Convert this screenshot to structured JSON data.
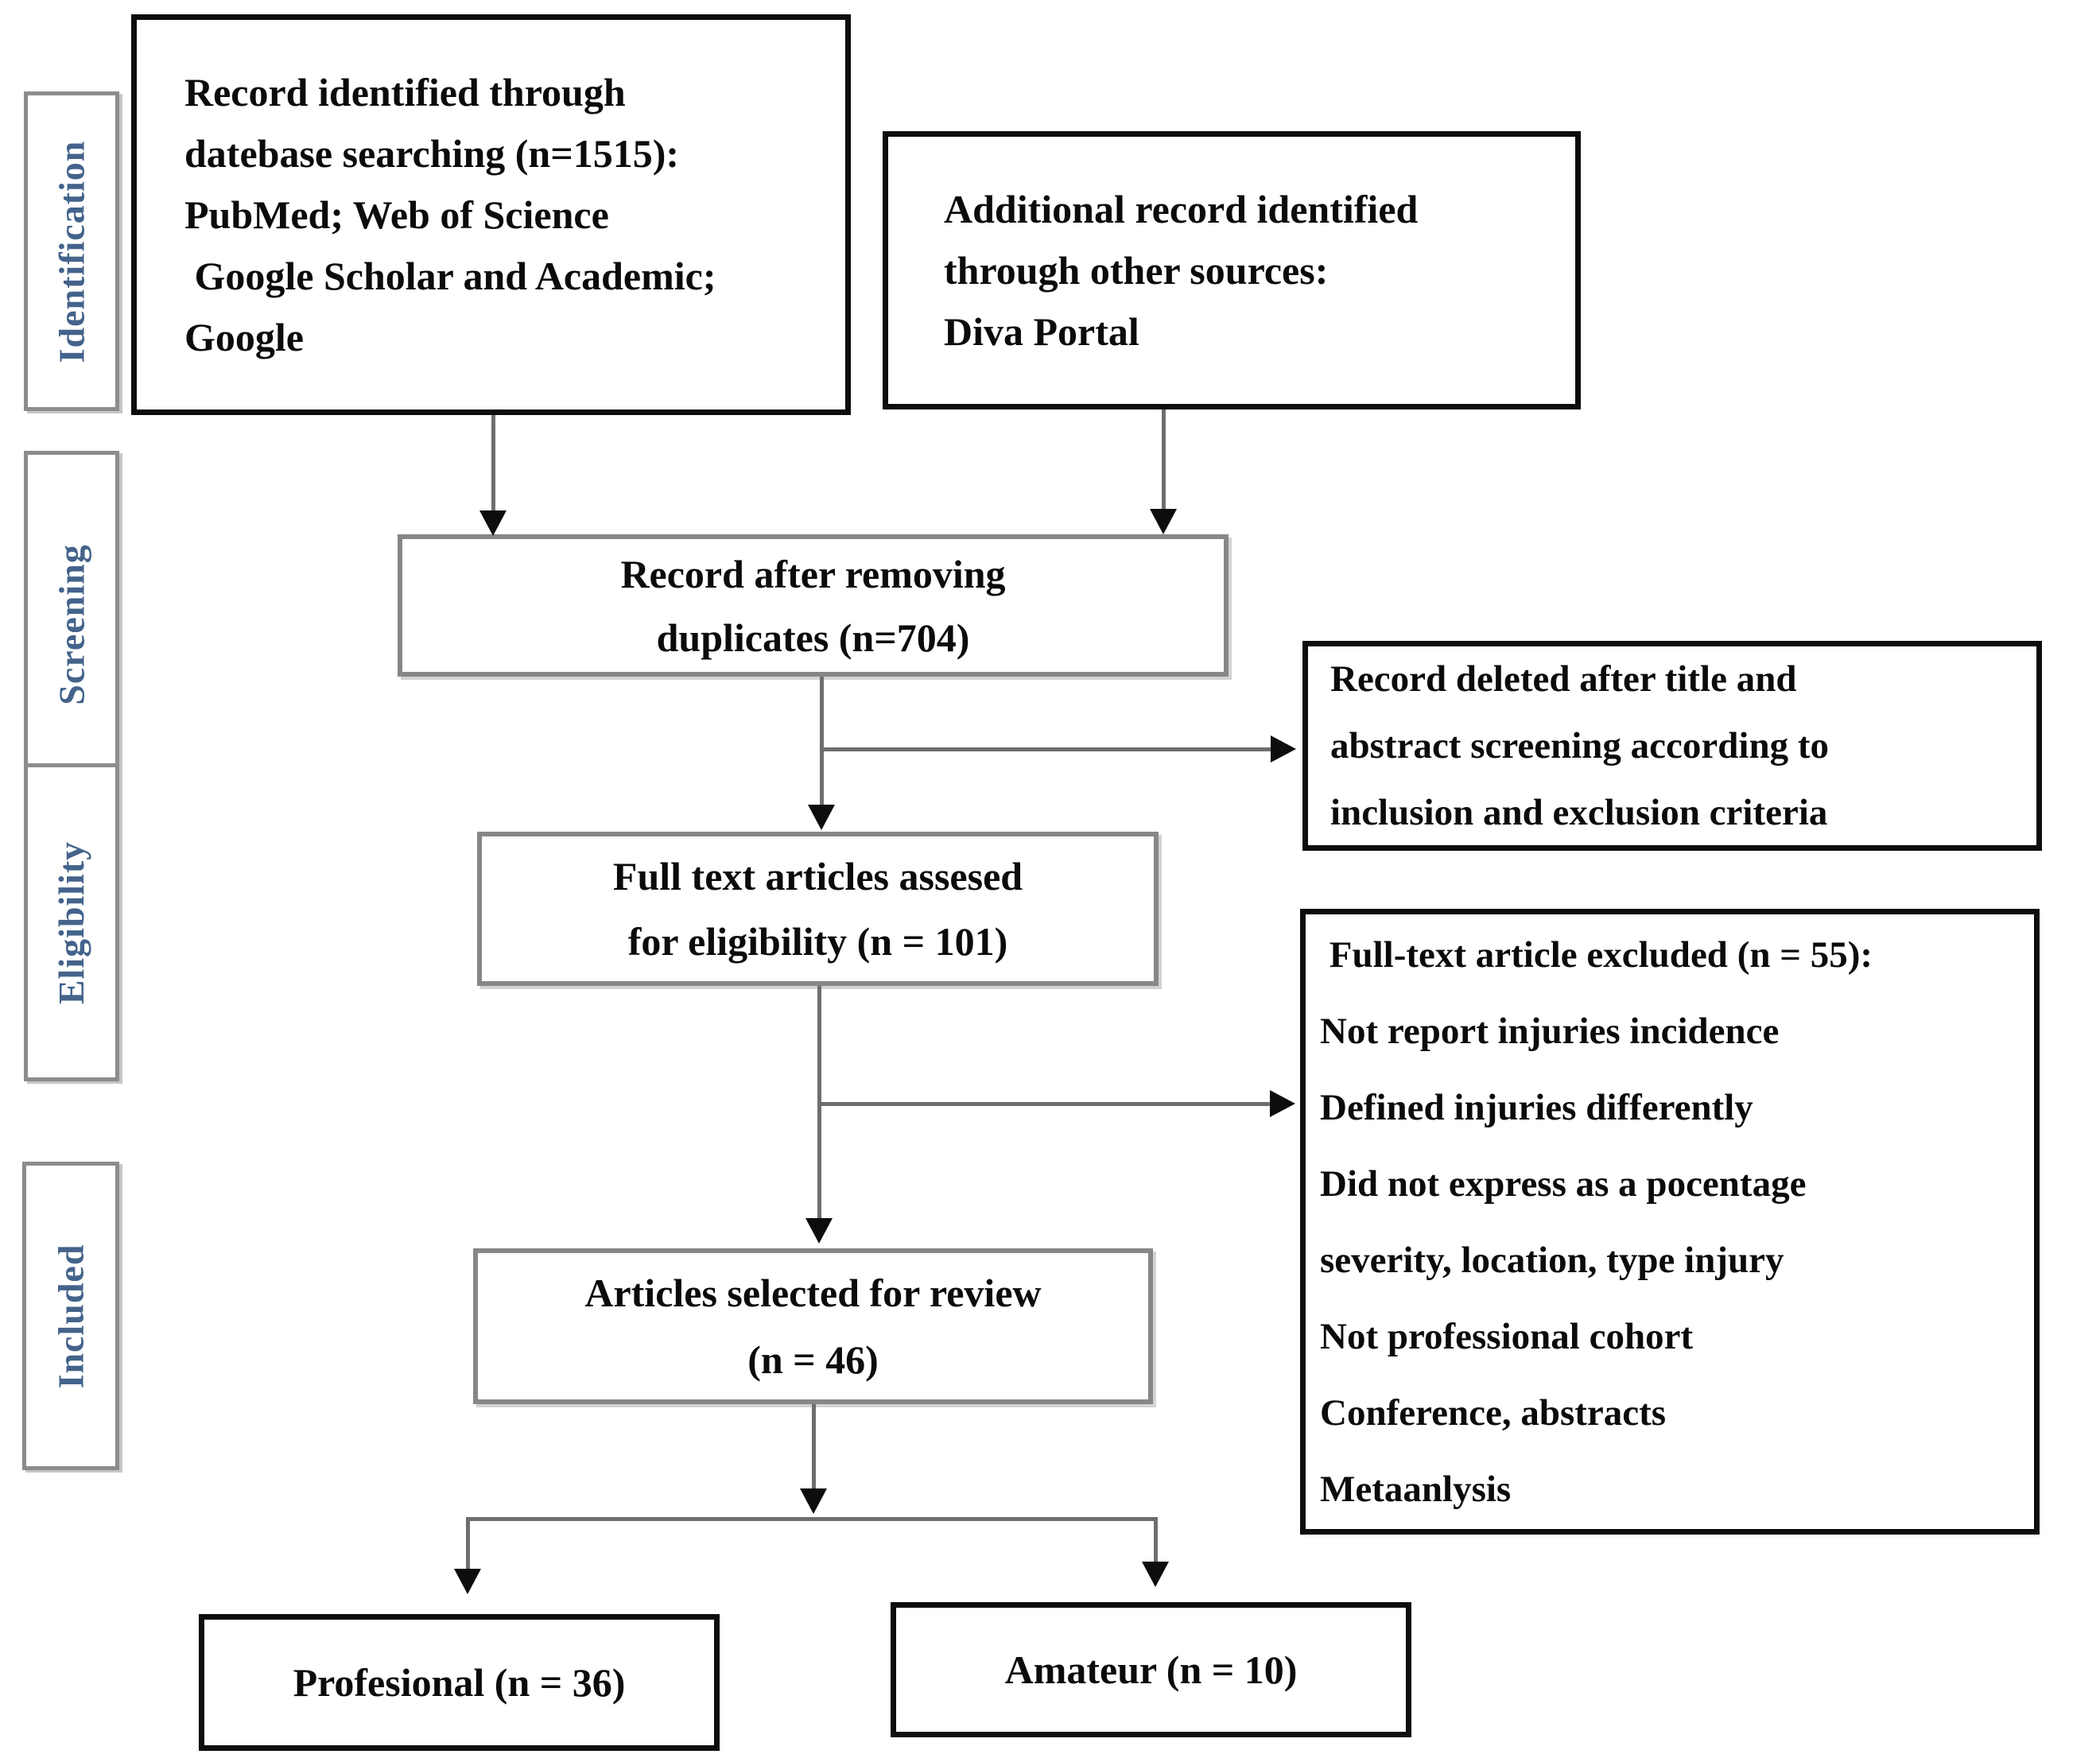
{
  "sidebar": {
    "labels": [
      "Identification",
      "Screening",
      "Eligibility",
      "Included"
    ]
  },
  "boxes": {
    "identified": {
      "lines": [
        "Record identified through",
        "datebase searching (n=1515):",
        "PubMed; Web of Science",
        " Google Scholar and Academic;",
        "Google"
      ]
    },
    "additional": {
      "lines": [
        "Additional record identified",
        "through other sources:",
        "Diva Portal"
      ]
    },
    "deduplicated": {
      "lines": [
        "Record after removing",
        "duplicates (n=704)"
      ]
    },
    "title_abstract_deleted": {
      "lines": [
        "Record deleted after title and",
        "abstract screening according to",
        "inclusion and exclusion criteria"
      ]
    },
    "fulltext_assessed": {
      "lines": [
        "Full text articles assesed",
        "for eligibility (n = 101)"
      ]
    },
    "fulltext_excluded": {
      "lines": [
        " Full-text article excluded (n = 55):",
        "Not report injuries incidence",
        "Defined injuries differently",
        "Did not express as a pocentage",
        "severity, location, type injury",
        "Not professional cohort",
        "Conference, abstracts",
        "Metaanlysis"
      ]
    },
    "selected": {
      "lines": [
        "Articles selected for review",
        "(n = 46)"
      ]
    },
    "professional": {
      "lines": [
        "Profesional (n = 36)"
      ]
    },
    "amateur": {
      "lines": [
        "Amateur (n = 10)"
      ]
    }
  },
  "colors": {
    "background": "#ffffff",
    "text": "#0b0b0b",
    "box_border_black": "#0d0d0d",
    "box_border_gray": "#878787",
    "sidebar_border": "#8c8c8c",
    "sidebar_label": "#44638b",
    "arrow_line": "#6e6e6e",
    "arrow_head": "#0d0d0d"
  }
}
